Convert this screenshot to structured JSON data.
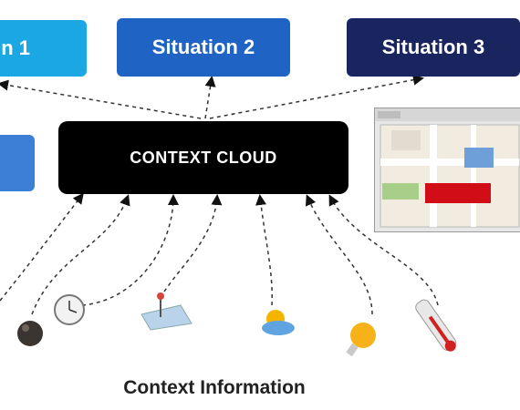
{
  "situations": [
    {
      "label": "n 1"
    },
    {
      "label": "Situation 2"
    },
    {
      "label": "Situation 3"
    }
  ],
  "hub": {
    "label": "CONTEXT CLOUD"
  },
  "caption": "Context Information",
  "icons": [
    "cloud-icon",
    "map-window-icon",
    "sphere-icon",
    "clock-icon",
    "map-pin-icon",
    "weather-icon",
    "lightbulb-icon",
    "thermometer-icon"
  ],
  "colors": {
    "situation_1": "#1aa7e4",
    "situation_2": "#1f63c4",
    "situation_3": "#1a2560",
    "hub": "#000000"
  }
}
